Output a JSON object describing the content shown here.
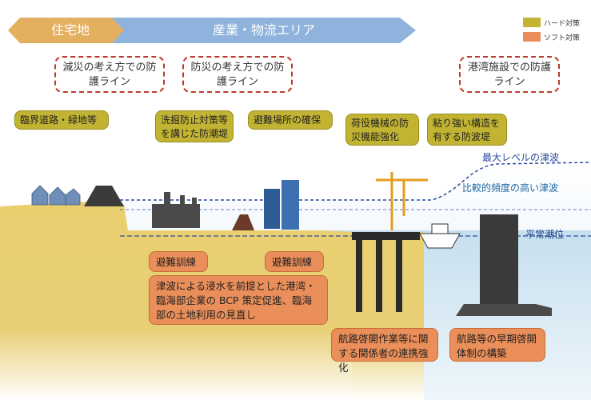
{
  "header": {
    "residential_label": "住宅地",
    "industrial_label": "産業・物流エリア"
  },
  "legend": {
    "hard_label": "ハード対策",
    "soft_label": "ソフト対策",
    "hard_color": "#c2b432",
    "soft_color": "#eb8f5a"
  },
  "defense_lines": {
    "mitigation": "減災の考え方での防護ライン",
    "prevention": "防災の考え方での防護ライン",
    "port_facility": "港湾施設での防護ライン"
  },
  "hard_measures": {
    "coastal_road": "臨界道路・緑地等",
    "flood_wall": "洗掘防止対策等を講じた防潮堤",
    "evacuation_site": "避難場所の確保",
    "cargo_equipment": "荷役機械の防災機能強化",
    "breakwater": "粘り強い構造を有する防波堤"
  },
  "soft_measures": {
    "drill_left": "避難訓練",
    "drill_right": "避難訓練",
    "bcp": "津波による浸水を前提とした港湾・臨海部企業の BCP 策定促進、臨海部の土地利用の見直し",
    "coordination": "航路啓開作業等に関する関係者の連携強化",
    "channel_restore": "航路等の早期啓開体制の構築"
  },
  "water_levels": {
    "max_tsunami": "最大レベルの津波",
    "frequent_tsunami": "比較的頻度の高い津波",
    "normal_tide": "平常潮位"
  }
}
